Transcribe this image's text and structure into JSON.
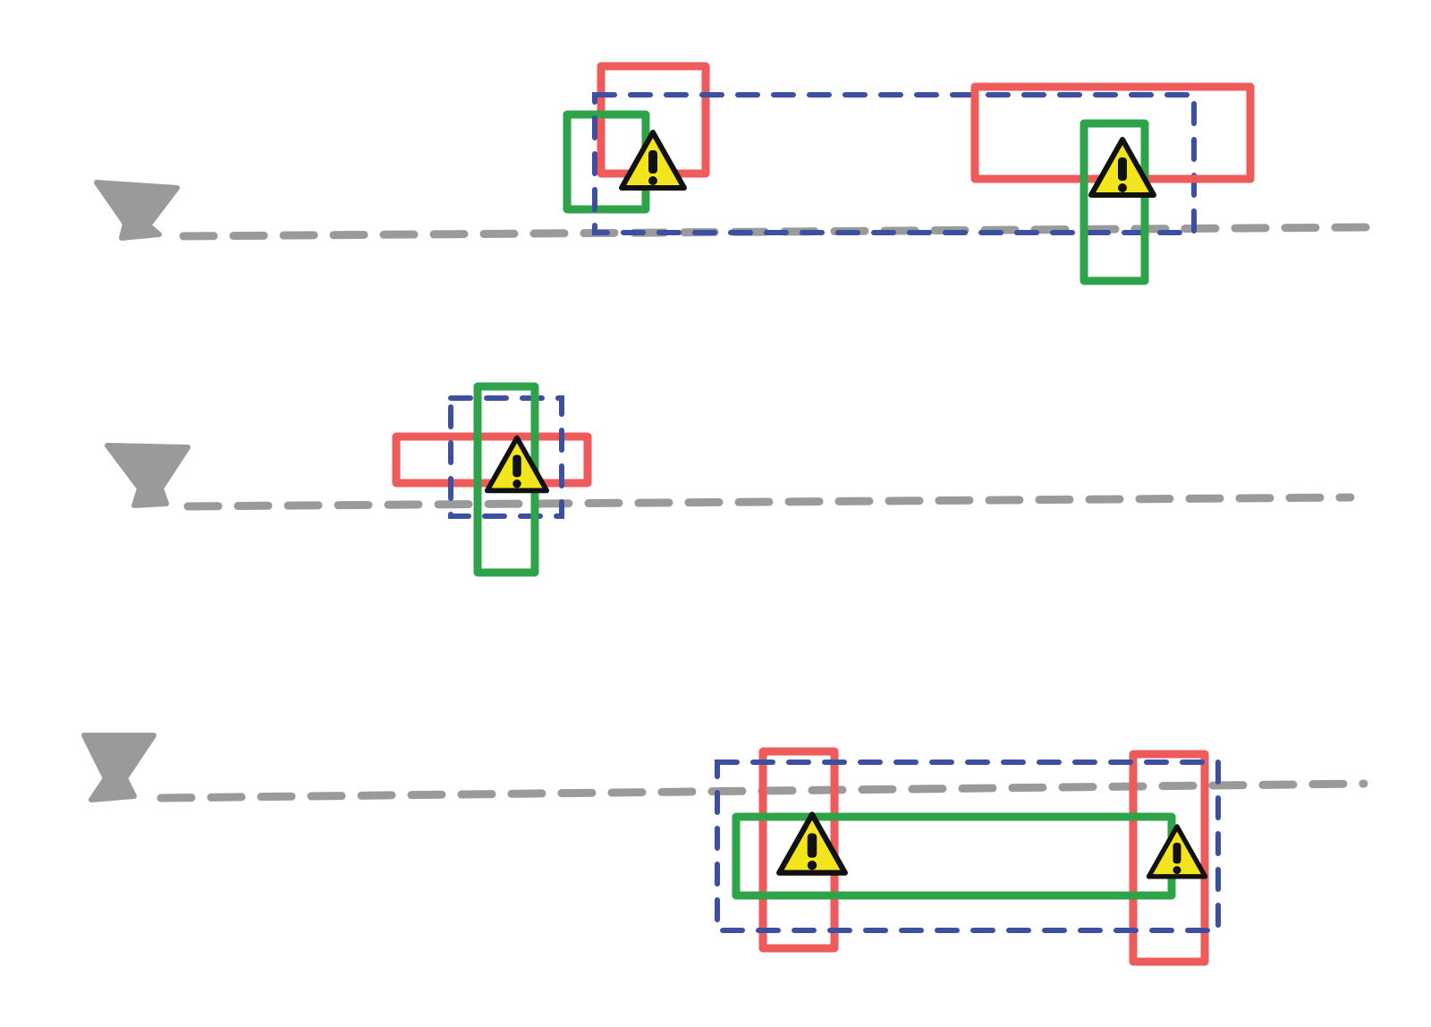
{
  "colors": {
    "level_line": "#9a9a9a",
    "level_marker": "#9a9a9a",
    "red_element": "#ef5a5a",
    "green_element": "#2fa34a",
    "blue_clash_box": "#3d4fa0",
    "warning_fill": "#f2e51e",
    "warning_stroke": "#111111"
  },
  "icons": {
    "level_marker": "level-marker-icon",
    "warning": "warning-icon"
  },
  "scenes": [
    {
      "name": "scene-top",
      "warnings": 2
    },
    {
      "name": "scene-middle",
      "warnings": 1
    },
    {
      "name": "scene-bottom",
      "warnings": 2
    }
  ]
}
